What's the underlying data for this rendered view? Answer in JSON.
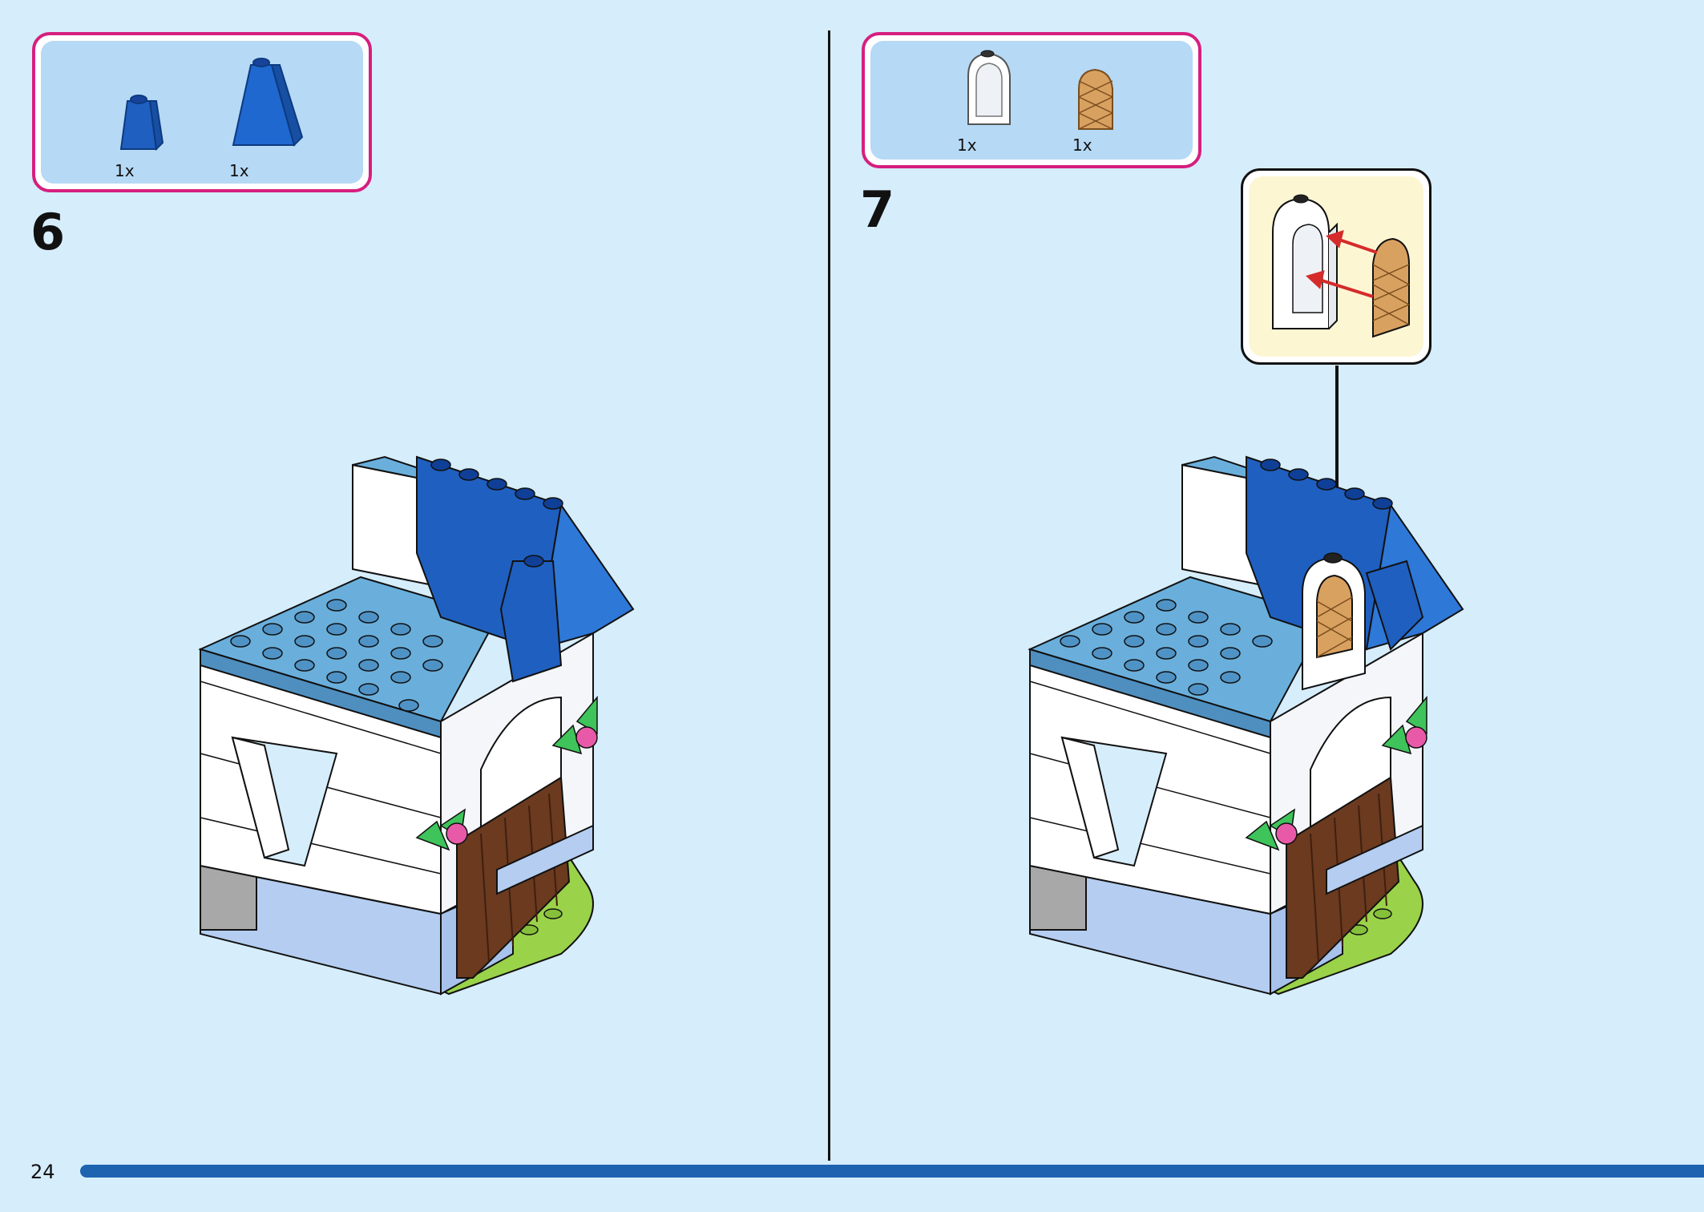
{
  "page": {
    "number": "24"
  },
  "steps": [
    {
      "number": "6",
      "parts": [
        {
          "name": "blue-slope-small",
          "quantity": "1x"
        },
        {
          "name": "blue-slope-tall",
          "quantity": "1x"
        }
      ]
    },
    {
      "number": "7",
      "parts": [
        {
          "name": "white-arch-window-frame",
          "quantity": "1x"
        },
        {
          "name": "tan-lattice-window",
          "quantity": "1x"
        }
      ]
    }
  ],
  "colors": {
    "background": "#d6edfb",
    "parts_border": "#d61f7f",
    "parts_panel": "#b6d9f5",
    "callout_panel": "#fdf6d3",
    "progress": "#1d63b0",
    "roof": "#1f5fc0",
    "roof_plate": "#5fa7d6",
    "wall": "#ffffff",
    "base": "#9ad24a",
    "fence": "#6b3a1f"
  }
}
